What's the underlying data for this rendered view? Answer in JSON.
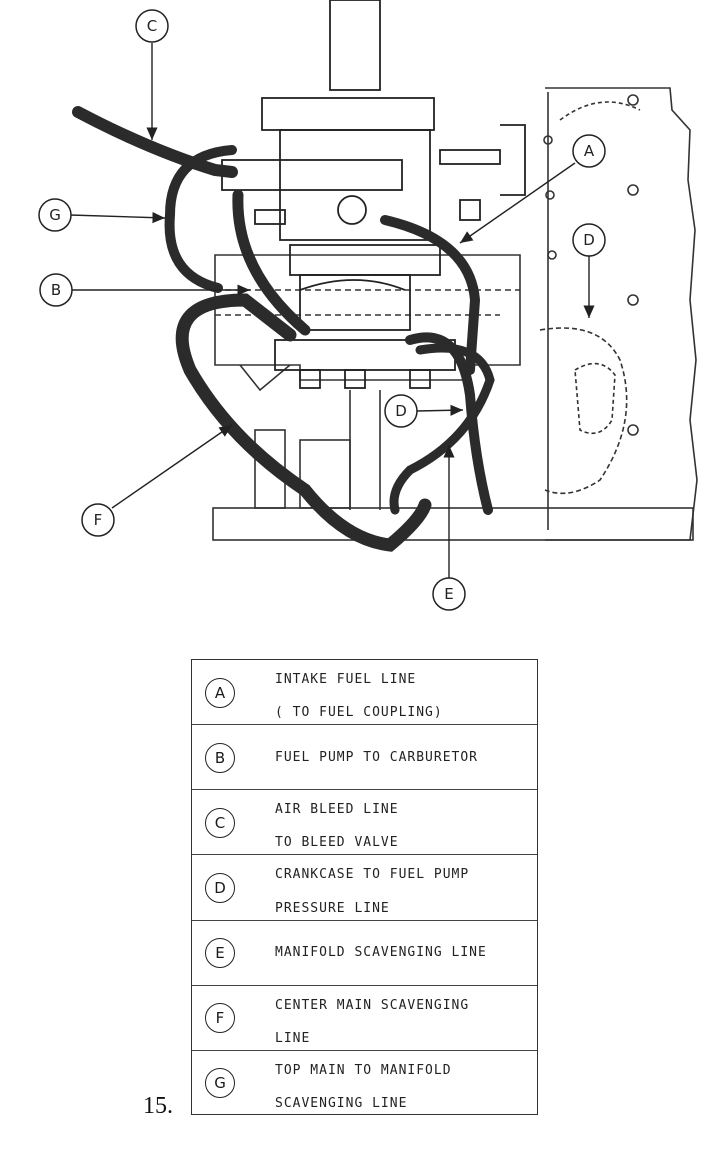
{
  "callouts": {
    "a": "A",
    "b": "B",
    "c": "C",
    "d": "D",
    "d_inner": "D",
    "e": "E",
    "f": "F",
    "g": "G"
  },
  "legend": [
    {
      "key": "A",
      "lines": [
        "INTAKE FUEL LINE",
        "( TO FUEL COUPLING)"
      ]
    },
    {
      "key": "B",
      "lines": [
        "FUEL PUMP TO CARBURETOR"
      ]
    },
    {
      "key": "C",
      "lines": [
        "AIR BLEED LINE",
        "TO BLEED VALVE"
      ]
    },
    {
      "key": "D",
      "lines": [
        "CRANKCASE TO FUEL PUMP",
        "PRESSURE LINE"
      ]
    },
    {
      "key": "E",
      "lines": [
        "MANIFOLD SCAVENGING LINE"
      ]
    },
    {
      "key": "F",
      "lines": [
        "CENTER MAIN SCAVENGING",
        "LINE"
      ]
    },
    {
      "key": "G",
      "lines": [
        "TOP MAIN TO MANIFOLD",
        "SCAVENGING LINE"
      ]
    }
  ],
  "figure_number": "15.",
  "colors": {
    "ink": "#1a1a1a",
    "hose": "#2b2b2b",
    "paper": "#ffffff"
  }
}
